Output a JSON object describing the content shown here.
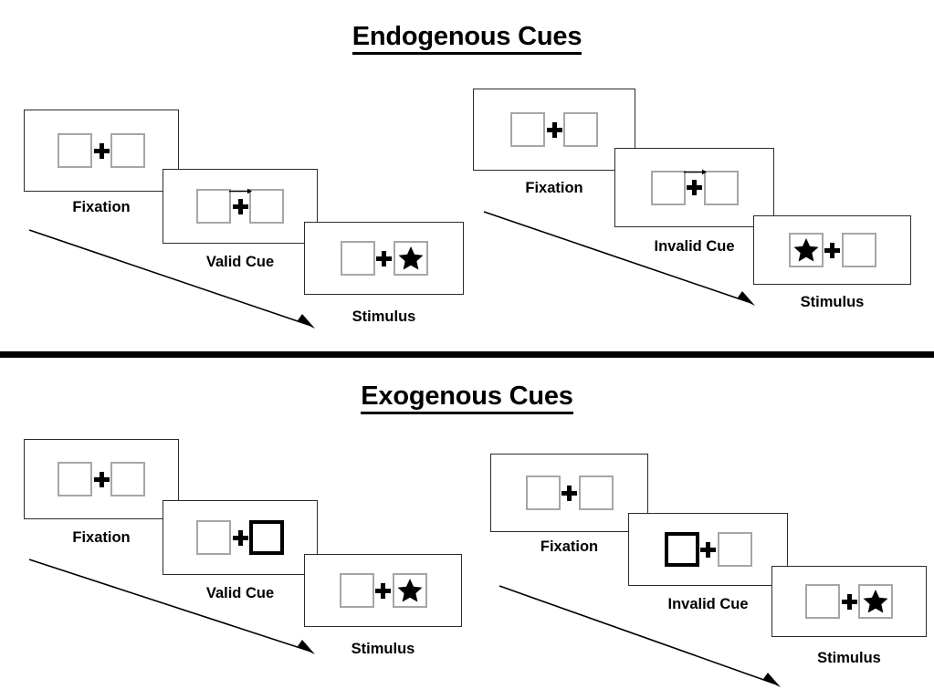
{
  "figure": {
    "title_endogenous": "Endogenous Cues",
    "title_exogenous": "Exogenous Cues"
  },
  "sections": [
    {
      "id": "endogenous",
      "title": "Endogenous Cues",
      "sequences": [
        {
          "id": "endogenous-valid",
          "cue_type": "valid",
          "frames": [
            {
              "label": "Fixation",
              "left_box": "empty",
              "right_box": "empty",
              "center": "fixation-cross",
              "cue": "none"
            },
            {
              "label": "Valid Cue",
              "left_box": "empty",
              "right_box": "empty",
              "center": "fixation-cross",
              "cue": "arrow-right"
            },
            {
              "label": "Stimulus",
              "left_box": "empty",
              "right_box": "star",
              "center": "fixation-cross",
              "cue": "none"
            }
          ]
        },
        {
          "id": "endogenous-invalid",
          "cue_type": "invalid",
          "frames": [
            {
              "label": "Fixation",
              "left_box": "empty",
              "right_box": "empty",
              "center": "fixation-cross",
              "cue": "none"
            },
            {
              "label": "Invalid Cue",
              "left_box": "empty",
              "right_box": "empty",
              "center": "fixation-cross",
              "cue": "arrow-right"
            },
            {
              "label": "Stimulus",
              "left_box": "star",
              "right_box": "empty",
              "center": "fixation-cross",
              "cue": "none"
            }
          ]
        }
      ]
    },
    {
      "id": "exogenous",
      "title": "Exogenous Cues",
      "sequences": [
        {
          "id": "exogenous-valid",
          "cue_type": "valid",
          "frames": [
            {
              "label": "Fixation",
              "left_box": "empty",
              "right_box": "empty",
              "center": "fixation-cross",
              "cue": "none"
            },
            {
              "label": "Valid Cue",
              "left_box": "empty",
              "right_box": "highlighted",
              "center": "fixation-cross",
              "cue": "box-flash-right"
            },
            {
              "label": "Stimulus",
              "left_box": "empty",
              "right_box": "star",
              "center": "fixation-cross",
              "cue": "none"
            }
          ]
        },
        {
          "id": "exogenous-invalid",
          "cue_type": "invalid",
          "frames": [
            {
              "label": "Fixation",
              "left_box": "empty",
              "right_box": "empty",
              "center": "fixation-cross",
              "cue": "none"
            },
            {
              "label": "Invalid Cue",
              "left_box": "highlighted",
              "right_box": "empty",
              "center": "fixation-cross",
              "cue": "box-flash-left"
            },
            {
              "label": "Stimulus",
              "left_box": "empty",
              "right_box": "star",
              "center": "fixation-cross",
              "cue": "none"
            }
          ]
        }
      ]
    }
  ],
  "labels": {
    "fixation": "Fixation",
    "valid_cue": "Valid Cue",
    "invalid_cue": "Invalid Cue",
    "stimulus": "Stimulus"
  },
  "colors": {
    "panel_border": "#2b2b2b",
    "box_border": "#a6a6a6",
    "cued_box_border": "#000000",
    "ink": "#000000",
    "background": "#ffffff",
    "divider": "#000000"
  },
  "icons": {
    "fixation_cross": "plus-icon",
    "cue_arrow": "arrow-right-icon",
    "target": "star-icon",
    "time_flow": "diagonal-arrow-icon"
  }
}
